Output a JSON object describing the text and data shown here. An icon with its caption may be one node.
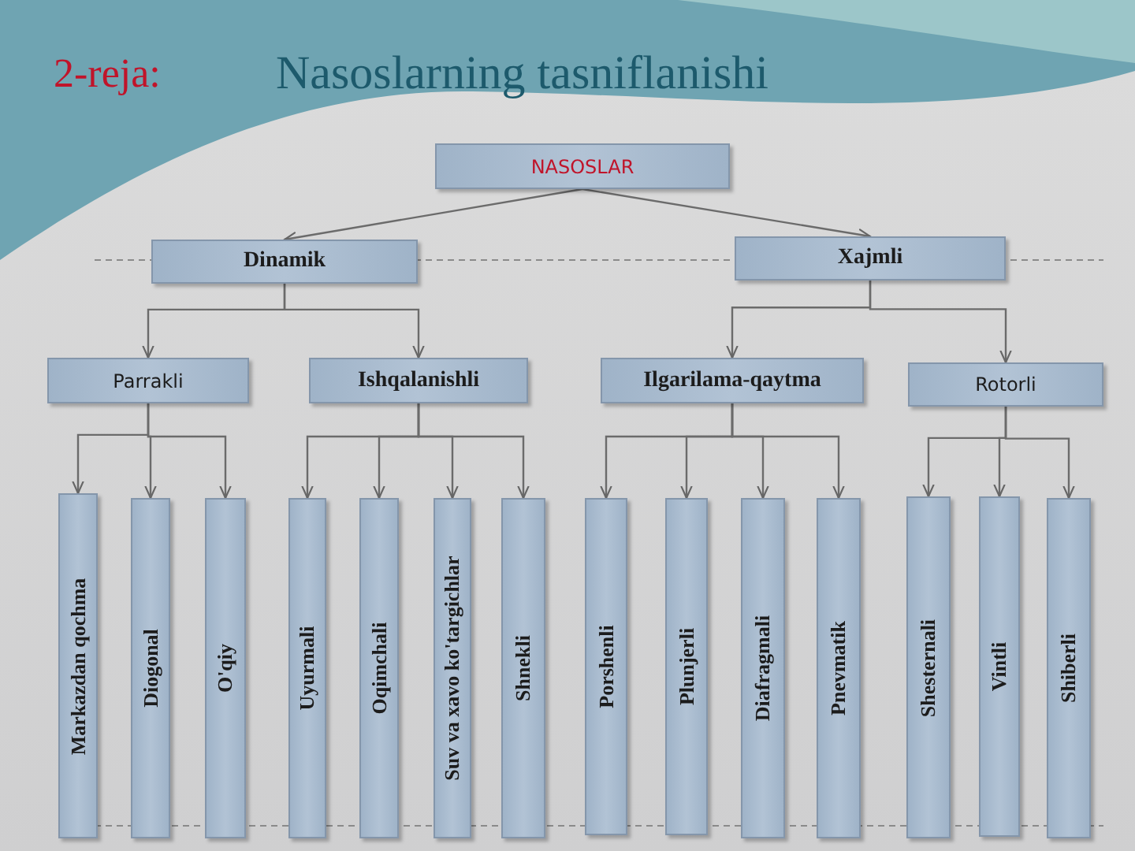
{
  "diagram": {
    "title": "Nasoslarning tasniflanishi",
    "nodes": [
      {
        "text": [
          "NASOSLAR"
        ]
      },
      {
        "text": [
          "Dinamik"
        ]
      },
      {
        "text": [
          "Xajmli"
        ]
      },
      {
        "text": [
          "Parrakli"
        ]
      },
      {
        "text": [
          "Ishqalanishli"
        ]
      },
      {
        "text": [
          "Ilgarilama-qaytma"
        ]
      },
      {
        "text": [
          "Rotorli"
        ]
      },
      {
        "text": [
          "Markazdan qochma"
        ]
      },
      {
        "text": [
          "Diogonal"
        ]
      },
      {
        "text": [
          "O'qiy"
        ]
      },
      {
        "text": [
          "Uyurmali"
        ]
      },
      {
        "text": [
          "Oqimchali"
        ]
      },
      {
        "text": [
          "Suv va xavo ko'targichlar"
        ]
      },
      {
        "text": [
          "Shnekli"
        ]
      },
      {
        "text": [
          "Porshenli"
        ]
      },
      {
        "text": [
          "Plunjerli"
        ]
      },
      {
        "text": [
          "Diafragmali"
        ]
      },
      {
        "text": [
          "Pnevmatik"
        ]
      },
      {
        "text": [
          "Shesternali"
        ]
      },
      {
        "text": [
          "Vintli"
        ]
      },
      {
        "text": [
          "Shiberli"
        ]
      }
    ],
    "edges": [
      {
        "from": 0,
        "to": 1,
        "arrow": "to"
      },
      {
        "from": 0,
        "to": 2,
        "arrow": "to"
      },
      {
        "from": 1,
        "to": 3,
        "arrow": "to"
      },
      {
        "from": 1,
        "to": 4,
        "arrow": "to"
      },
      {
        "from": 2,
        "to": 5,
        "arrow": "to"
      },
      {
        "from": 2,
        "to": 6,
        "arrow": "to"
      },
      {
        "from": 3,
        "to": 7,
        "arrow": "to"
      },
      {
        "from": 3,
        "to": 8,
        "arrow": "to"
      },
      {
        "from": 3,
        "to": 9,
        "arrow": "to"
      },
      {
        "from": 4,
        "to": 10,
        "arrow": "to"
      },
      {
        "from": 4,
        "to": 11,
        "arrow": "to"
      },
      {
        "from": 4,
        "to": 12,
        "arrow": "to"
      },
      {
        "from": 4,
        "to": 13,
        "arrow": "to"
      },
      {
        "from": 5,
        "to": 14,
        "arrow": "to"
      },
      {
        "from": 5,
        "to": 15,
        "arrow": "to"
      },
      {
        "from": 5,
        "to": 16,
        "arrow": "to"
      },
      {
        "from": 5,
        "to": 17,
        "arrow": "to"
      },
      {
        "from": 6,
        "to": 18,
        "arrow": "to"
      },
      {
        "from": 6,
        "to": 19,
        "arrow": "to"
      },
      {
        "from": 6,
        "to": 20,
        "arrow": "to"
      }
    ],
    "labels": [
      "2-reja:"
    ]
  }
}
